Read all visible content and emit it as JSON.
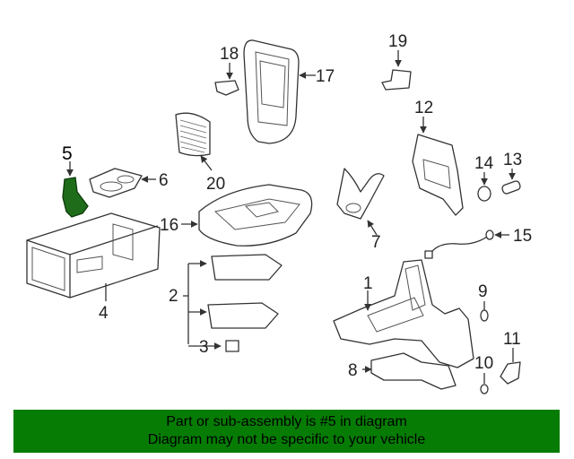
{
  "callouts": {
    "c1": "1",
    "c2": "2",
    "c3": "3",
    "c4": "4",
    "c5": "5",
    "c6": "6",
    "c7": "7",
    "c8": "8",
    "c9": "9",
    "c10": "10",
    "c11": "11",
    "c12": "12",
    "c13": "13",
    "c14": "14",
    "c15": "15",
    "c16": "16",
    "c17": "17",
    "c18": "18",
    "c19": "19",
    "c20": "20"
  },
  "highlight": {
    "part_number": "5",
    "color": "#1f6d1a"
  },
  "banner": {
    "line1": "Part or sub-assembly is #5 in diagram",
    "line2": "Diagram may not be specific to your vehicle",
    "background": "#067c05"
  }
}
